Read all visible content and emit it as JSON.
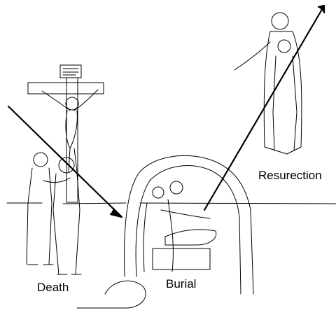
{
  "labels": {
    "death": "Death",
    "burial": "Burial",
    "resurrection": "Resurection"
  },
  "colors": {
    "line": "#000000",
    "background": "#ffffff"
  }
}
